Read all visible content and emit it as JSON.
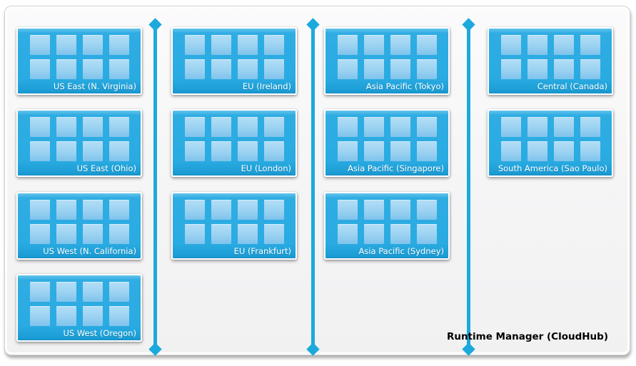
{
  "title": "Runtime Manager (CloudHub)",
  "columns": [
    {
      "regions": [
        "US East (N. Virginia)",
        "US East (Ohio)",
        "US West (N. California)",
        "US West (Oregon)"
      ]
    },
    {
      "regions": [
        "EU (Ireland)",
        "EU (London)",
        "EU (Frankfurt)"
      ]
    },
    {
      "regions": [
        "Asia Pacific (Tokyo)",
        "Asia Pacific (Singapore)",
        "Asia Pacific (Sydney)"
      ]
    },
    {
      "regions": [
        "Central (Canada)",
        "South America (Sao Paulo)"
      ]
    }
  ],
  "region_grid": {
    "rows": 2,
    "cols": 4
  },
  "connector_lines": 3,
  "colors": {
    "region_blue": "#29ABE2",
    "cell_blue_light": "#B3DEF6",
    "cell_blue_dark": "#7FC3EC",
    "connector_blue": "#1CA9DC",
    "panel_background": "#F4F4F5"
  }
}
